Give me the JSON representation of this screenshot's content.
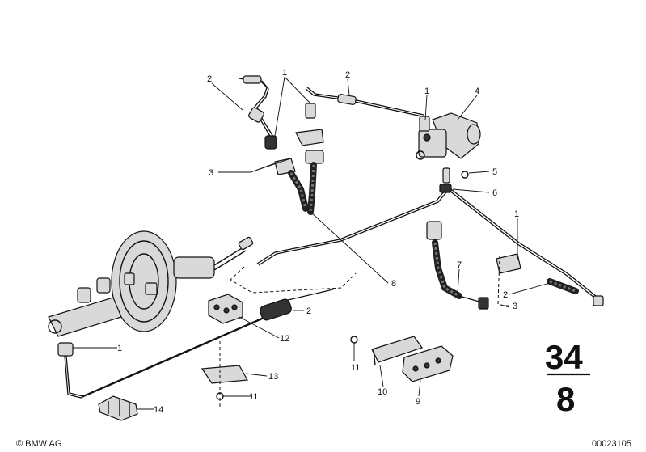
{
  "callouts": {
    "c2a": "2",
    "c1a": "1",
    "c2b": "2",
    "c1b": "1",
    "c4": "4",
    "c3a": "3",
    "c5": "5",
    "c6": "6",
    "c1c": "1",
    "c8": "8",
    "c7": "7",
    "c2c": "2",
    "c3b": "3",
    "c2d": "2",
    "c12": "12",
    "c1d": "1",
    "c11a": "11",
    "c10": "10",
    "c9": "9",
    "c13": "13",
    "c11b": "11",
    "c14": "14"
  },
  "group": {
    "top": "34",
    "bottom": "8"
  },
  "footer": {
    "copyright": "© BMW AG",
    "drawing_id": "00023105"
  }
}
